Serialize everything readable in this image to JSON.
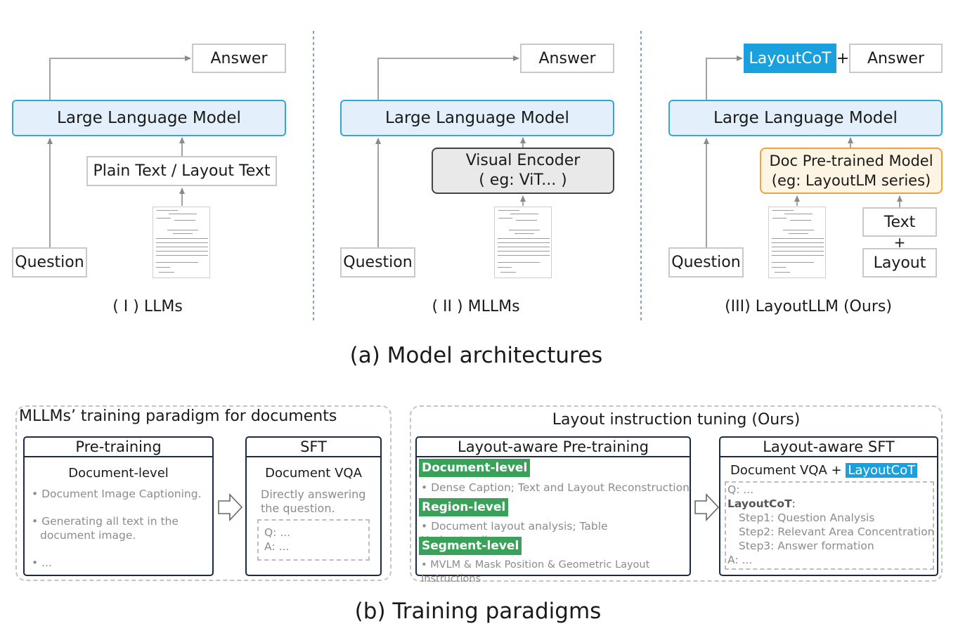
{
  "arch": {
    "col1": {
      "answer": "Answer",
      "llm": "Large Language Model",
      "text_box": "Plain Text / Layout Text",
      "question": "Question",
      "caption": "( Ⅰ ) LLMs"
    },
    "col2": {
      "answer": "Answer",
      "llm": "Large Language Model",
      "encoder_line1": "Visual Encoder",
      "encoder_line2": "( eg: ViT... )",
      "question": "Question",
      "caption": "( II ) MLLMs"
    },
    "col3": {
      "cot": "LayoutCoT",
      "plus": "+",
      "answer": "Answer",
      "llm": "Large Language Model",
      "doc_line1": "Doc Pre-trained Model",
      "doc_line2": "(eg: LayoutLM series)",
      "text": "Text",
      "plus2": "+",
      "layout": "Layout",
      "question": "Question",
      "caption": "(III) LayoutLLM (Ours)"
    },
    "title": "(a) Model architectures"
  },
  "training": {
    "left": {
      "title": "MLLMs’ training paradigm for documents",
      "pretraining": {
        "title": "Pre-training",
        "level": "Document-level",
        "item1": "Document Image Captioning.",
        "item2_line1": "Generating all text in the",
        "item2_line2": "document image.",
        "item3": "..."
      },
      "sft": {
        "title": "SFT",
        "level": "Document VQA",
        "desc_line1": "Directly answering",
        "desc_line2": "the question.",
        "q": "Q: ...",
        "a": "A: ..."
      }
    },
    "right": {
      "title": "Layout instruction tuning (Ours)",
      "pretraining": {
        "title": "Layout-aware Pre-training",
        "doc_label": "Document-level",
        "doc_item": "Dense Caption; Text and Layout Reconstruction",
        "region_label": "Region-level",
        "region_item": "Document layout analysis; Table Understanding",
        "segment_label": "Segment-level",
        "segment_item": "MVLM & Mask Position & Geometric Layout Instructions"
      },
      "sft": {
        "title": "Layout-aware SFT",
        "level": "Document VQA +",
        "cot": "LayoutCoT",
        "q": "Q: ...",
        "cot_label": "LayoutCoT",
        "colon": ":",
        "step1": "Step1: Question Analysis",
        "step2": "Step2: Relevant Area Concentration",
        "step3": "Step3: Answer formation",
        "a": "A: ..."
      }
    },
    "title": "(b) Training paradigms"
  },
  "colors": {
    "llm_border": "#34a7d8",
    "llm_fill": "#e3f0fb",
    "cot": "#1aa0dd",
    "green": "#3aa15b",
    "doc_border": "#f0a23d"
  },
  "icons": [
    "document-thumbnail",
    "hollow-right-arrow"
  ]
}
